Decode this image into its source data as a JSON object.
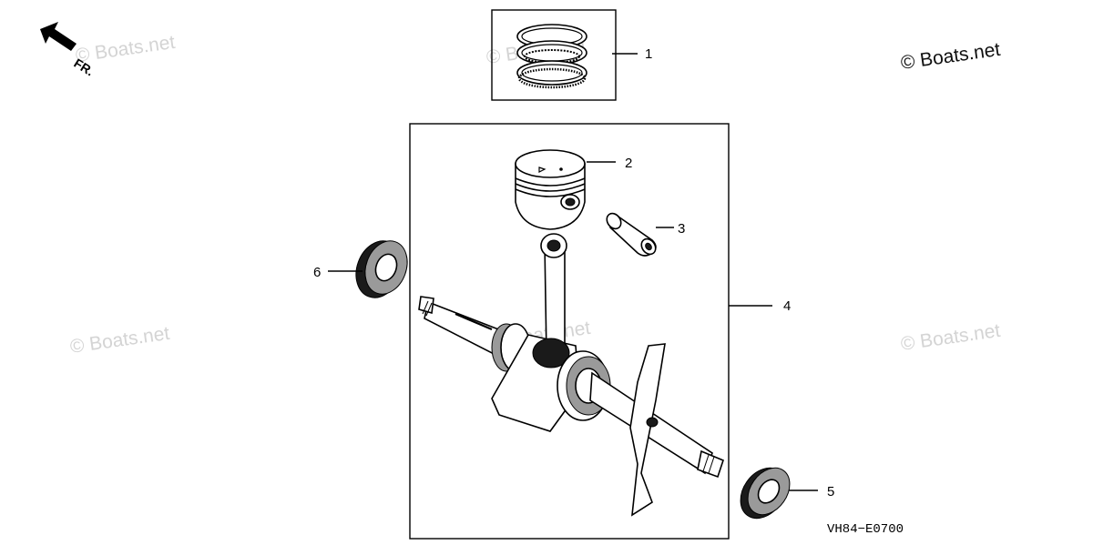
{
  "orientation": {
    "label": "FR."
  },
  "watermarks": [
    "© Boats.net",
    "© Boats.net",
    "© Boats.net",
    "© Boats.net",
    "© Boats.net",
    "© Boats.net"
  ],
  "callouts": [
    "1",
    "2",
    "3",
    "4",
    "5",
    "6"
  ],
  "parts": [
    "piston-rings",
    "piston",
    "piston-pin",
    "crankshaft-assembly",
    "oil-seal-right",
    "oil-seal-left"
  ],
  "diagram_code": "VH84−E0700"
}
